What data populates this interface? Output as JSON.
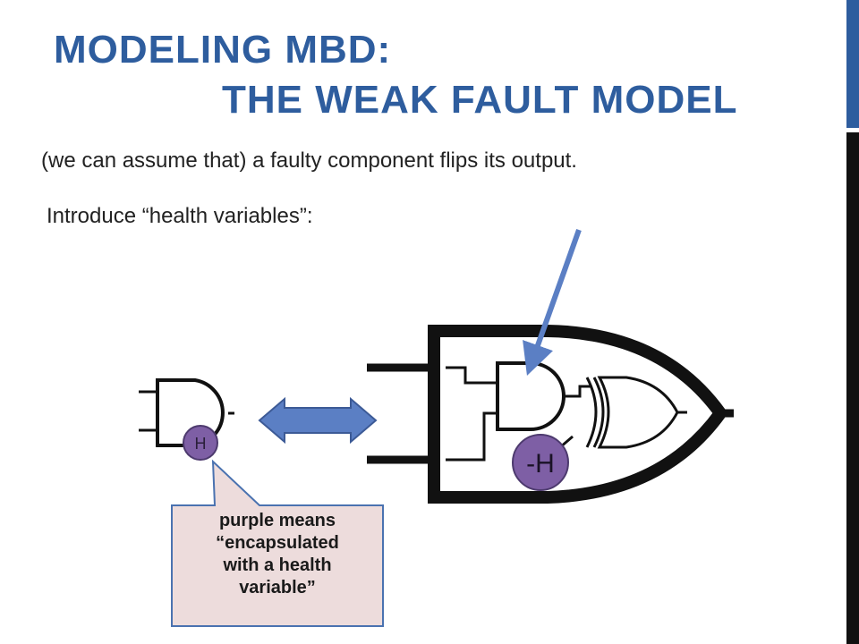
{
  "slide": {
    "title_line1": "MODELING MBD:",
    "title_line2": "THE WEAK FAULT MODEL",
    "line1": "(we can assume that) a faulty component flips its output.",
    "line2": "Introduce “health variables”:"
  },
  "diagram": {
    "small_gate_label": "H",
    "big_gate_label": "-H",
    "callout": "purple means\n“encapsulated\nwith a health\nvariable”"
  },
  "colors": {
    "title": "#2e5d9e",
    "purple": "#7e5fa5",
    "arrow_blue": "#5b7fc4",
    "callout_fill": "#eddcdc"
  }
}
